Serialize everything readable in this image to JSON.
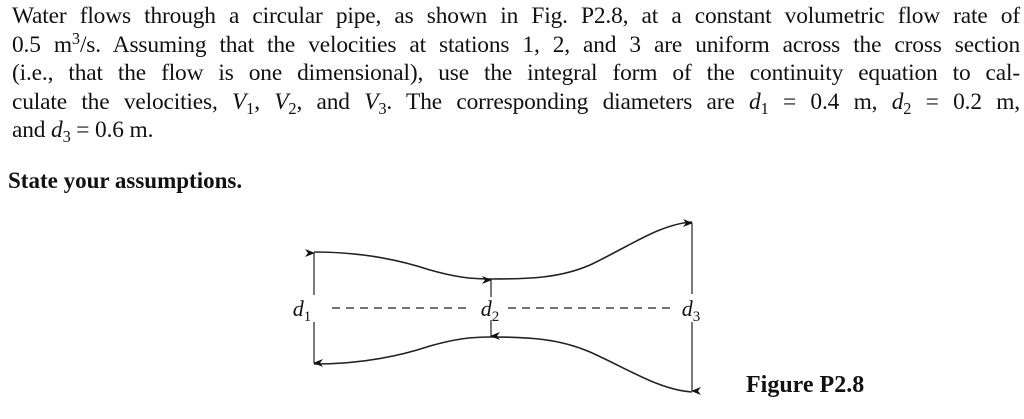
{
  "problem": {
    "lines": [
      "Water flows through a circular pipe, as shown in Fig. P2.8, at a constant volumetric flow rate of",
      "0.5 m³/s. Assuming that the velocities at stations 1, 2, and 3 are uniform across the cross section",
      "(i.e., that the flow is one dimensional), use the integral form of the continuity equation to cal-",
      "culate the velocities, V1, V2, and V3. The corresponding diameters are d1 = 0.4 m, d2 = 0.2 m,",
      "and d3 = 0.6 m."
    ],
    "l1": "Water flows through a circular pipe, as shown in Fig. P2.8, at a constant volumetric flow rate of",
    "l2_a": "0.5 m",
    "l2_sup": "3",
    "l2_b": "/s. Assuming that the velocities at stations 1, 2, and 3 are uniform across the cross section",
    "l3": "(i.e., that the flow is one dimensional), use the integral form of the continuity equation to cal-",
    "l4_a": "culate the velocities, ",
    "v_sym": "V",
    "d_sym": "d",
    "sub1": "1",
    "sub2": "2",
    "sub3": "3",
    "comma": ", ",
    "and_": ", and ",
    "l4_b": ". The corresponding diameters are ",
    "eq_d1": " = 0.4 m, ",
    "eq_d2": " = 0.2 m,",
    "l5_a": "and ",
    "eq_d3": " = 0.6 m.",
    "flow_rate": "0.5 m³/s",
    "diameters": {
      "d1": "0.4 m",
      "d2": "0.2 m",
      "d3": "0.6 m"
    }
  },
  "instruction": "State your assumptions.",
  "figure": {
    "caption": "Figure P2.8",
    "labels": [
      {
        "sym": "d",
        "sub": "1"
      },
      {
        "sym": "d",
        "sub": "2"
      },
      {
        "sym": "d",
        "sub": "3"
      }
    ]
  }
}
